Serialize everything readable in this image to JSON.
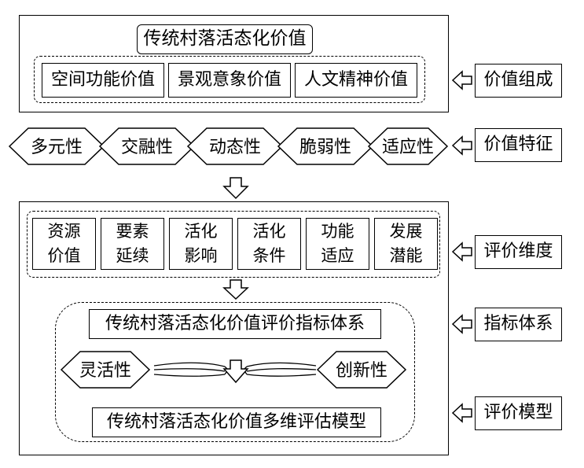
{
  "value_composition": {
    "title": "传统村落活态化价值",
    "items": [
      "空间功能价值",
      "景观意象价值",
      "人文精神价值"
    ]
  },
  "characteristics": [
    "多元性",
    "交融性",
    "动态性",
    "脆弱性",
    "适应性"
  ],
  "dimensions": [
    "资源\n价值",
    "要素\n延续",
    "活化\n影响",
    "活化\n条件",
    "功能\n适应",
    "发展\n潜能"
  ],
  "index_system": "传统村落活态化价值评价指标体系",
  "model": {
    "left": "灵活性",
    "right": "创新性",
    "title": "传统村落活态化价值多维评估模型"
  },
  "side_labels": [
    "价值组成",
    "价值特征",
    "评价维度",
    "指标体系",
    "评价模型"
  ]
}
